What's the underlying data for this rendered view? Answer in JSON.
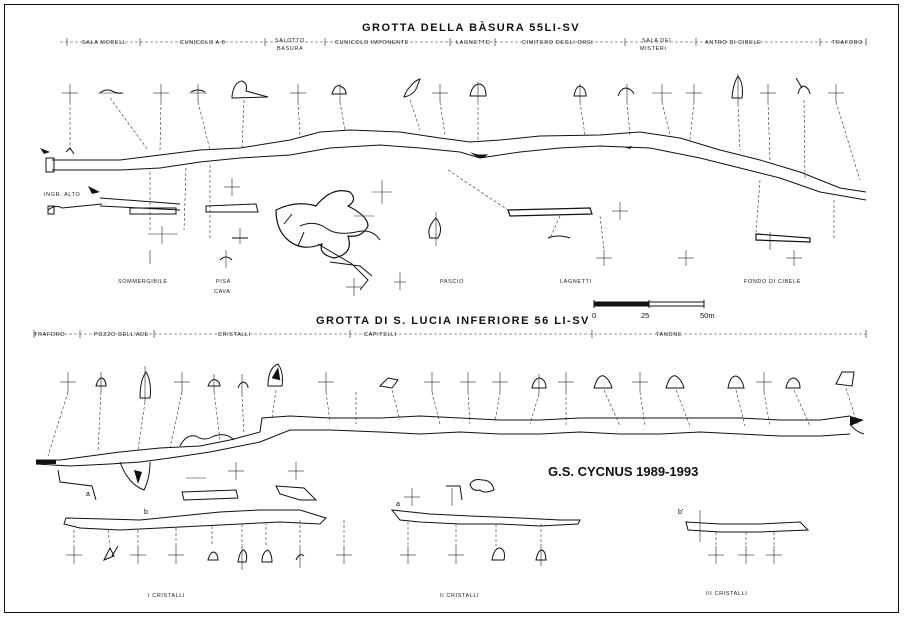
{
  "survey1": {
    "title": "GROTTA DELLA BÀSURA  55LI-SV",
    "sections": [
      "SALA MORELL",
      "CUNICOLO A 8",
      "SALOTTO",
      "BASURA",
      "CUNICOLO IMPONENTE",
      "LAGNETTO",
      "CIMITERO DEGLI ORSI",
      "SALA DEI",
      "MISTERI",
      "ANTRO DI CIBELE",
      "TRAFORO"
    ],
    "entrances": [
      "INGR. ALTO"
    ],
    "features": [
      "SOMMERGIBILE",
      "PISA",
      "CAVA",
      "PASCIO",
      "LAGNETTI",
      "FONDO DI CIBELE"
    ]
  },
  "survey2": {
    "title": "GROTTA  DI  S. LUCIA  INFERIORE  56 LI-SV",
    "sections": [
      "TRAFORO",
      "POZZO DELL'ADE",
      "CRISTALLI",
      "CAPITELLI",
      "TANONE"
    ],
    "branches": [
      "I CRISTALLI",
      "II CRISTALLI",
      "III CRISTALLI"
    ]
  },
  "scale": {
    "ticks": [
      "0",
      "25",
      "50m"
    ]
  },
  "credit": "G.S. CYCNUS 1989-1993",
  "markers": {
    "a": "a",
    "b": "b",
    "b_prime": "b'"
  }
}
